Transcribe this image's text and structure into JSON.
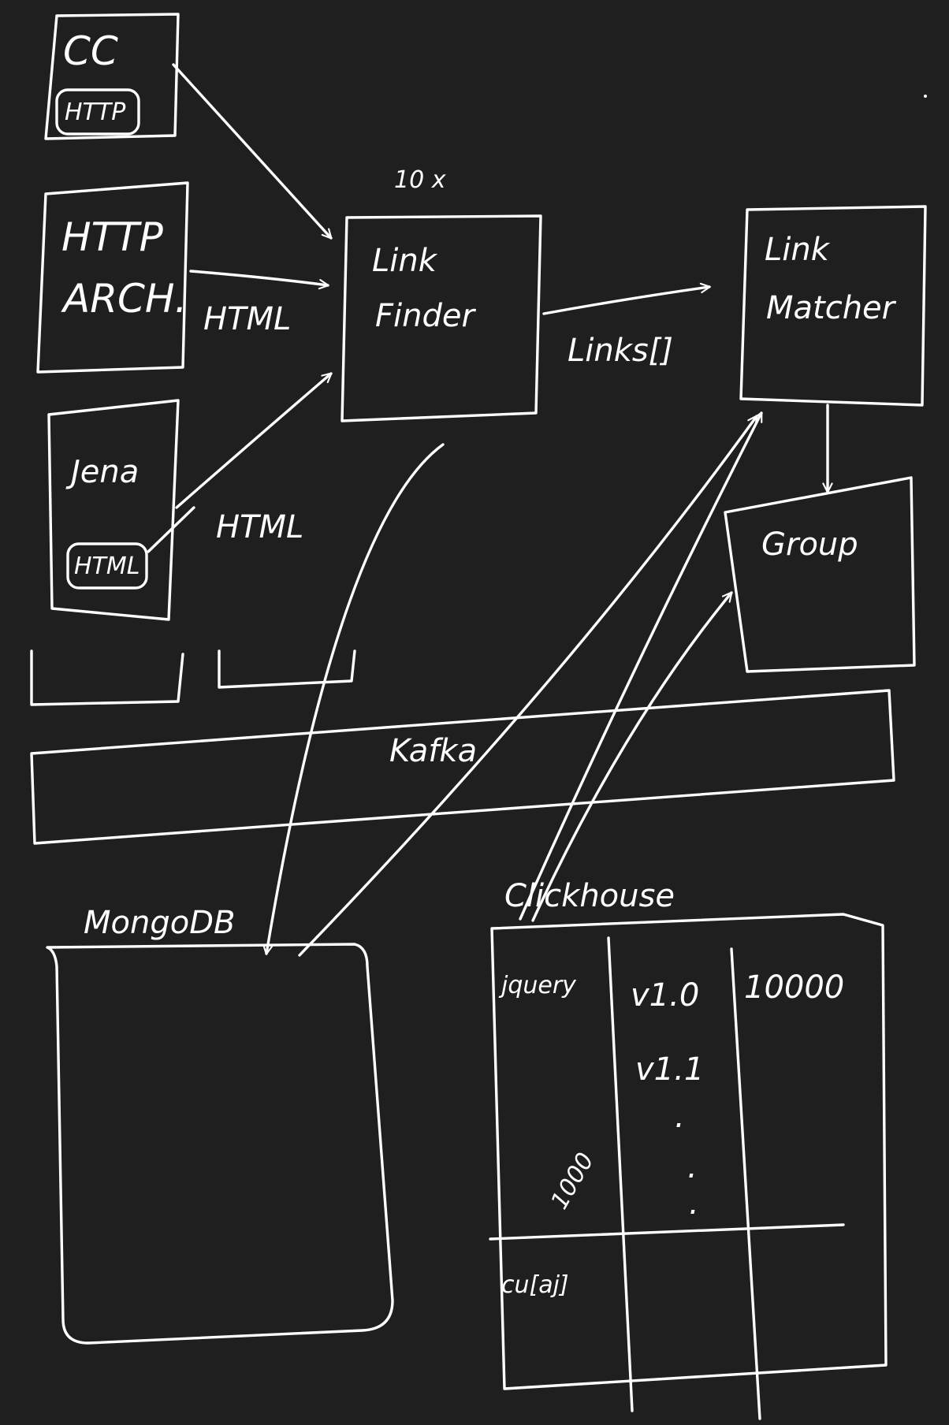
{
  "diagram": {
    "sources": {
      "cc": {
        "label": "CC",
        "badge": "HTTP"
      },
      "http_archive": {
        "label_line1": "HTTP",
        "label_line2": "ARCH."
      },
      "jena": {
        "label": "Jena",
        "badge": "HTML"
      }
    },
    "edge_labels": {
      "archive_to_finder": "HTML",
      "jena_to_finder": "HTML",
      "finder_to_matcher": "Links[]"
    },
    "link_finder": {
      "multiplier": "10 x",
      "label_line1": "Link",
      "label_line2": "Finder"
    },
    "link_matcher": {
      "label_line1": "Link",
      "label_line2": "Matcher"
    },
    "group": {
      "label": "Group"
    },
    "kafka": {
      "label": "Kafka"
    },
    "mongodb": {
      "label": "MongoDB"
    },
    "clickhouse": {
      "label": "Clickhouse",
      "rows": [
        {
          "name": "jquery",
          "versions": [
            "v1.0",
            "v1.1",
            ".",
            ".",
            "."
          ],
          "count": "10000"
        },
        {
          "name": "cu[aj]"
        }
      ],
      "side_note": "1000"
    }
  }
}
